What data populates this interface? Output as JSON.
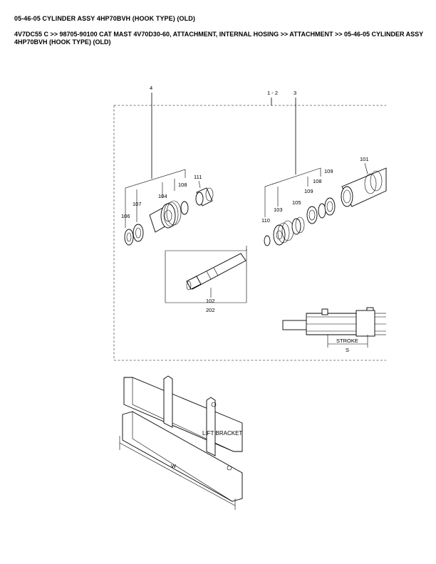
{
  "header": {
    "title": "05-46-05 CYLINDER ASSY 4HP70BVH (HOOK TYPE) (OLD)",
    "breadcrumb": "4V7DC55 C >> 98705-90100 CAT MAST 4V70D30-60, ATTACHMENT, INTERNAL HOSING >> ATTACHMENT >> 05-46-05 CYLINDER ASSY 4HP70BVH (HOOK TYPE) (OLD)"
  },
  "diagram": {
    "callouts": {
      "c4": "4",
      "c1_2": "1 - 2",
      "c3": "3",
      "c101": "101",
      "c102": "102",
      "c202": "202",
      "c103": "103",
      "c104": "104",
      "c105": "105",
      "c106": "106",
      "c107": "107",
      "c108a": "108",
      "c108b": "108",
      "c109a": "109",
      "c109b": "109",
      "c110": "110",
      "c111": "111"
    },
    "labels": {
      "stroke": "STROKE",
      "s": "S",
      "lift_bracket": "LIFT BRACKET",
      "w": "W"
    }
  }
}
